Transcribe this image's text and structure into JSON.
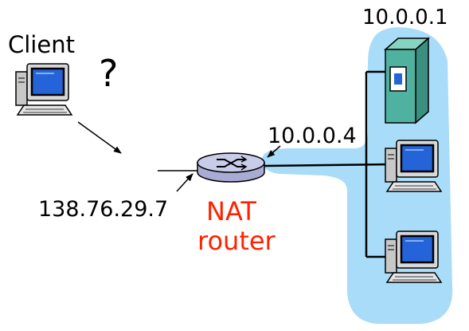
{
  "labels": {
    "client": "Client",
    "question_mark": "?",
    "public_ip": "138.76.29.7",
    "router_line1": "NAT",
    "router_line2": "router",
    "router_lan_ip": "10.0.0.4",
    "server_ip": "10.0.0.1"
  },
  "colors": {
    "lan_region": "#a8dcf8",
    "server_body": "#4fb2a0",
    "monitor_screen": "#2563d8",
    "router_body": "#c8cce8",
    "router_label": "#ff2200",
    "text": "#000000",
    "link": "#000000"
  },
  "icons": {
    "client": "desktop-computer-icon",
    "router": "router-icon",
    "server": "server-tower-icon",
    "hosts": "desktop-computer-icon"
  }
}
